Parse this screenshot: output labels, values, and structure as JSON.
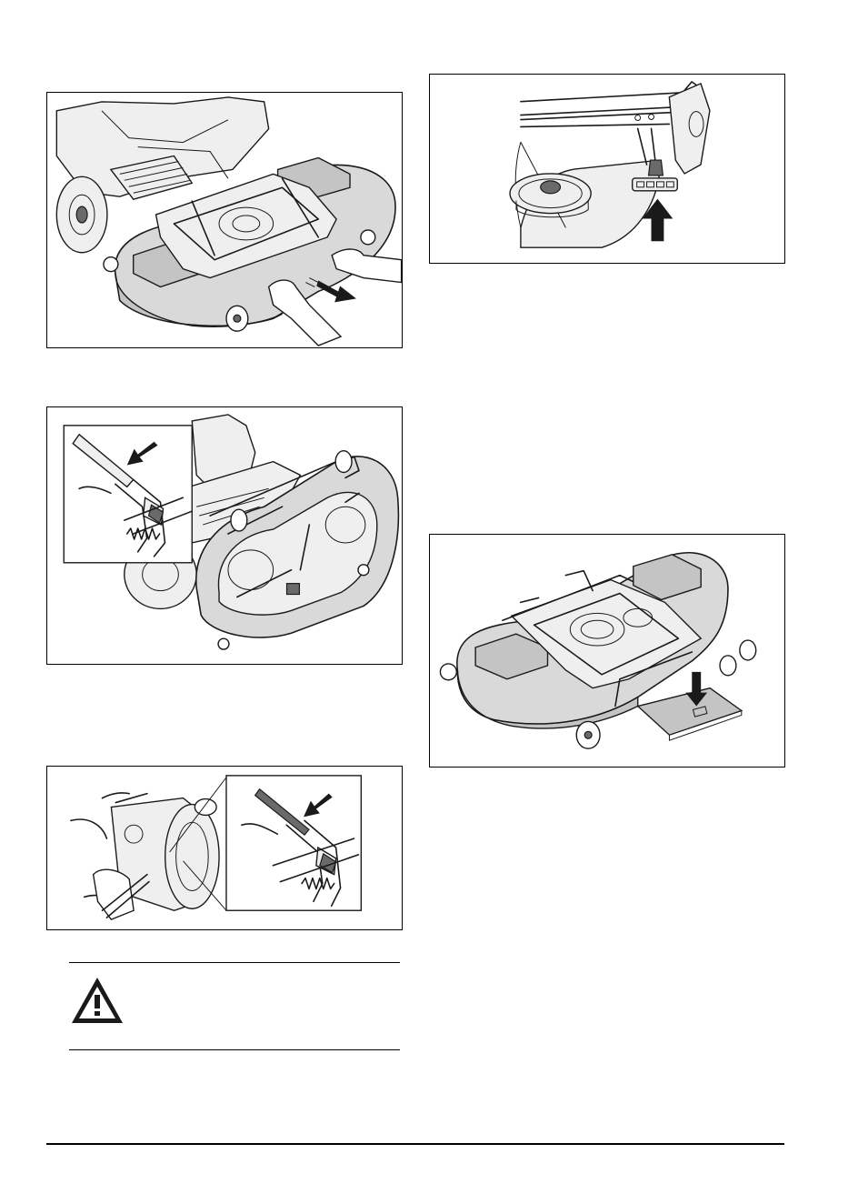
{
  "figures": [
    {
      "id": "fig-deck-removal",
      "icon": "arrow-pull-out-icon"
    },
    {
      "id": "fig-belt-view",
      "icon": "arrow-up-icon"
    },
    {
      "id": "fig-deck-spring",
      "icon": "arrow-down-left-icon"
    },
    {
      "id": "fig-deck-on-board",
      "icon": "arrow-down-icon"
    },
    {
      "id": "fig-spring-detail",
      "icon": "arrow-down-left-icon"
    }
  ],
  "warning": {
    "icon": "warning-triangle-icon"
  },
  "colors": {
    "ink": "#1a1a1a",
    "deck": "#d9d9d9",
    "deck_shade": "#c4c4c4"
  }
}
